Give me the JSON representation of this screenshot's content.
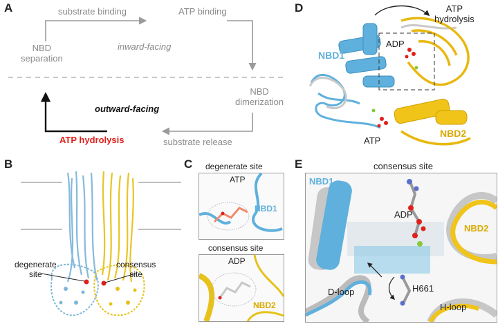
{
  "panels": {
    "A": {
      "label": "A",
      "steps": {
        "substrate_binding": "substrate binding",
        "atp_binding": "ATP binding",
        "nbd_separation": "NBD\nseparation",
        "inward_facing": "inward-facing",
        "nbd_dimerization": "NBD\ndimerization",
        "outward_facing": "outward-facing",
        "atp_hydrolysis": "ATP hydrolysis",
        "substrate_release": "substrate release"
      },
      "colors": {
        "hydrolysis": "#e0201b",
        "arrow_gray": "#9a9a9a",
        "arrow_dark": "#111111"
      }
    },
    "B": {
      "label": "B",
      "degenerate_site": "degenerate\nsite",
      "consensus_site": "consensus\nsite",
      "colors": {
        "chain1": "#7fb6d9",
        "chain2": "#e6c21a"
      }
    },
    "C": {
      "label": "C",
      "degenerate_title": "degenerate site",
      "degenerate_ligand": "ATP",
      "degenerate_domain": "NBD1",
      "consensus_title": "consensus site",
      "consensus_ligand": "ADP",
      "consensus_domain": "NBD2"
    },
    "D": {
      "label": "D",
      "atp_hydrolysis": "ATP\nhydrolysis",
      "adp": "ADP",
      "nbd1": "NBD1",
      "nbd2": "NBD2",
      "atp": "ATP",
      "colors": {
        "nbd1": "#5fb0dd",
        "nbd2": "#e8b810"
      }
    },
    "E": {
      "label": "E",
      "title": "consensus site",
      "nbd1": "NBD1",
      "nbd2": "NBD2",
      "adp": "ADP",
      "h661": "H661",
      "dloop": "D-loop",
      "hloop": "H-loop"
    }
  }
}
